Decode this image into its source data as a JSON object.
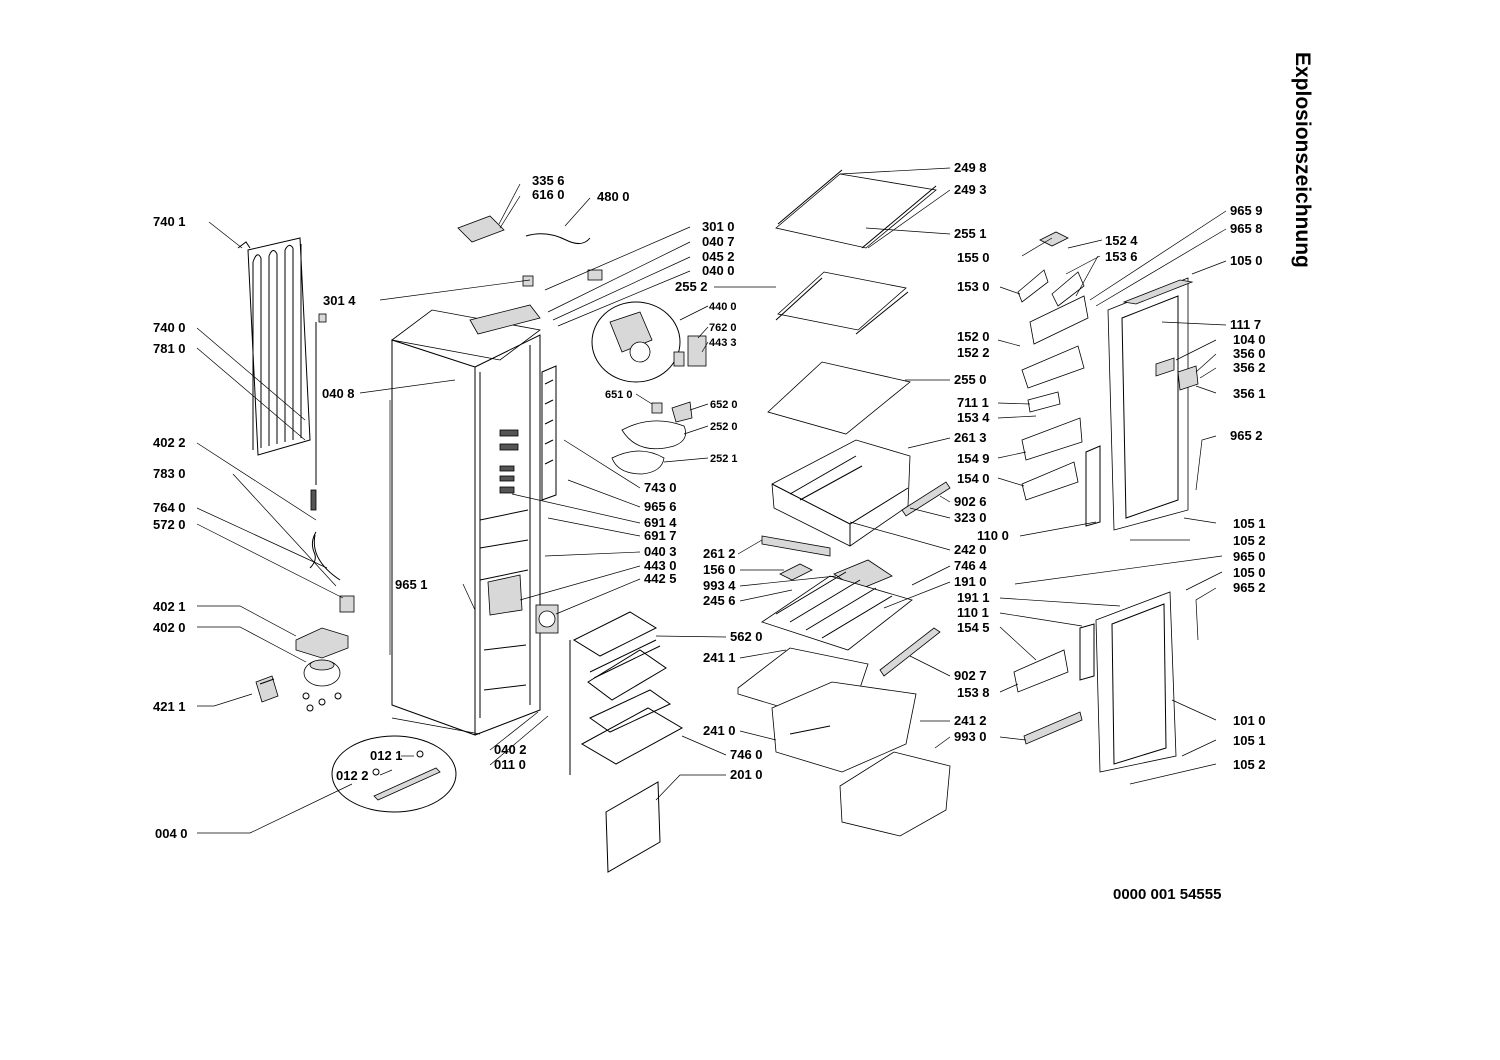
{
  "title": "Explosionszeichnung",
  "document_number": "0000 001 54555",
  "callouts": {
    "c7401": "740 1",
    "c7400": "740 0",
    "c7810": "781 0",
    "c4022": "402 2",
    "c7830": "783 0",
    "c7640": "764 0",
    "c5720": "572 0",
    "c4021": "402 1",
    "c4020": "402 0",
    "c4211": "421 1",
    "c0040": "004 0",
    "c0121": "012 1",
    "c0122": "012 2",
    "c3014": "301 4",
    "c0408": "040 8",
    "c9651": "965 1",
    "c0402": "040 2",
    "c0110": "011 0",
    "c3356": "335 6",
    "c6160": "616 0",
    "c4800": "480 0",
    "c3010": "301 0",
    "c0407": "040 7",
    "c0452": "045 2",
    "c0400": "040 0",
    "c4400": "440 0",
    "c7620": "762 0",
    "c4433": "443 3",
    "c6510": "651 0",
    "c6520": "652 0",
    "c2520": "252 0",
    "c2521": "252 1",
    "c7430": "743 0",
    "c9656": "965 6",
    "c6914": "691 4",
    "c6917": "691 7",
    "c0403": "040 3",
    "c4430": "443 0",
    "c4425": "442 5",
    "c5620": "562 0",
    "c7460": "746 0",
    "c2010": "201 0",
    "c2498": "249 8",
    "c2493": "249 3",
    "c2551": "255 1",
    "c2552": "255 2",
    "c2550": "255 0",
    "c2613": "261 3",
    "c9026": "902 6",
    "c3230": "323 0",
    "c2420": "242 0",
    "c2612": "261 2",
    "c1560": "156 0",
    "c9934": "993 4",
    "c2456": "245 6",
    "c7464": "746 4",
    "c1910": "191 0",
    "c2411": "241 1",
    "c9027": "902 7",
    "c2410": "241 0",
    "c2412": "241 2",
    "c9930": "993 0",
    "c9659": "965 9",
    "c9658": "965 8",
    "c1524": "152 4",
    "c1550": "155 0",
    "c1536": "153 6",
    "c1530": "153 0",
    "c1050a": "105 0",
    "c1520": "152 0",
    "c1522": "152 2",
    "c1117": "111 7",
    "c1040": "104 0",
    "c3560": "356 0",
    "c3562": "356 2",
    "c3561": "356 1",
    "c7111": "711 1",
    "c1534": "153 4",
    "c1549": "154 9",
    "c1540": "154 0",
    "c9652a": "965 2",
    "c1100": "110 0",
    "c1051a": "105 1",
    "c1052a": "105 2",
    "c9650": "965 0",
    "c1050b": "105 0",
    "c9652b": "965 2",
    "c1911": "191 1",
    "c1101": "110 1",
    "c1545": "154 5",
    "c1538": "153 8",
    "c1010": "101 0",
    "c1051b": "105 1",
    "c1052b": "105 2"
  }
}
